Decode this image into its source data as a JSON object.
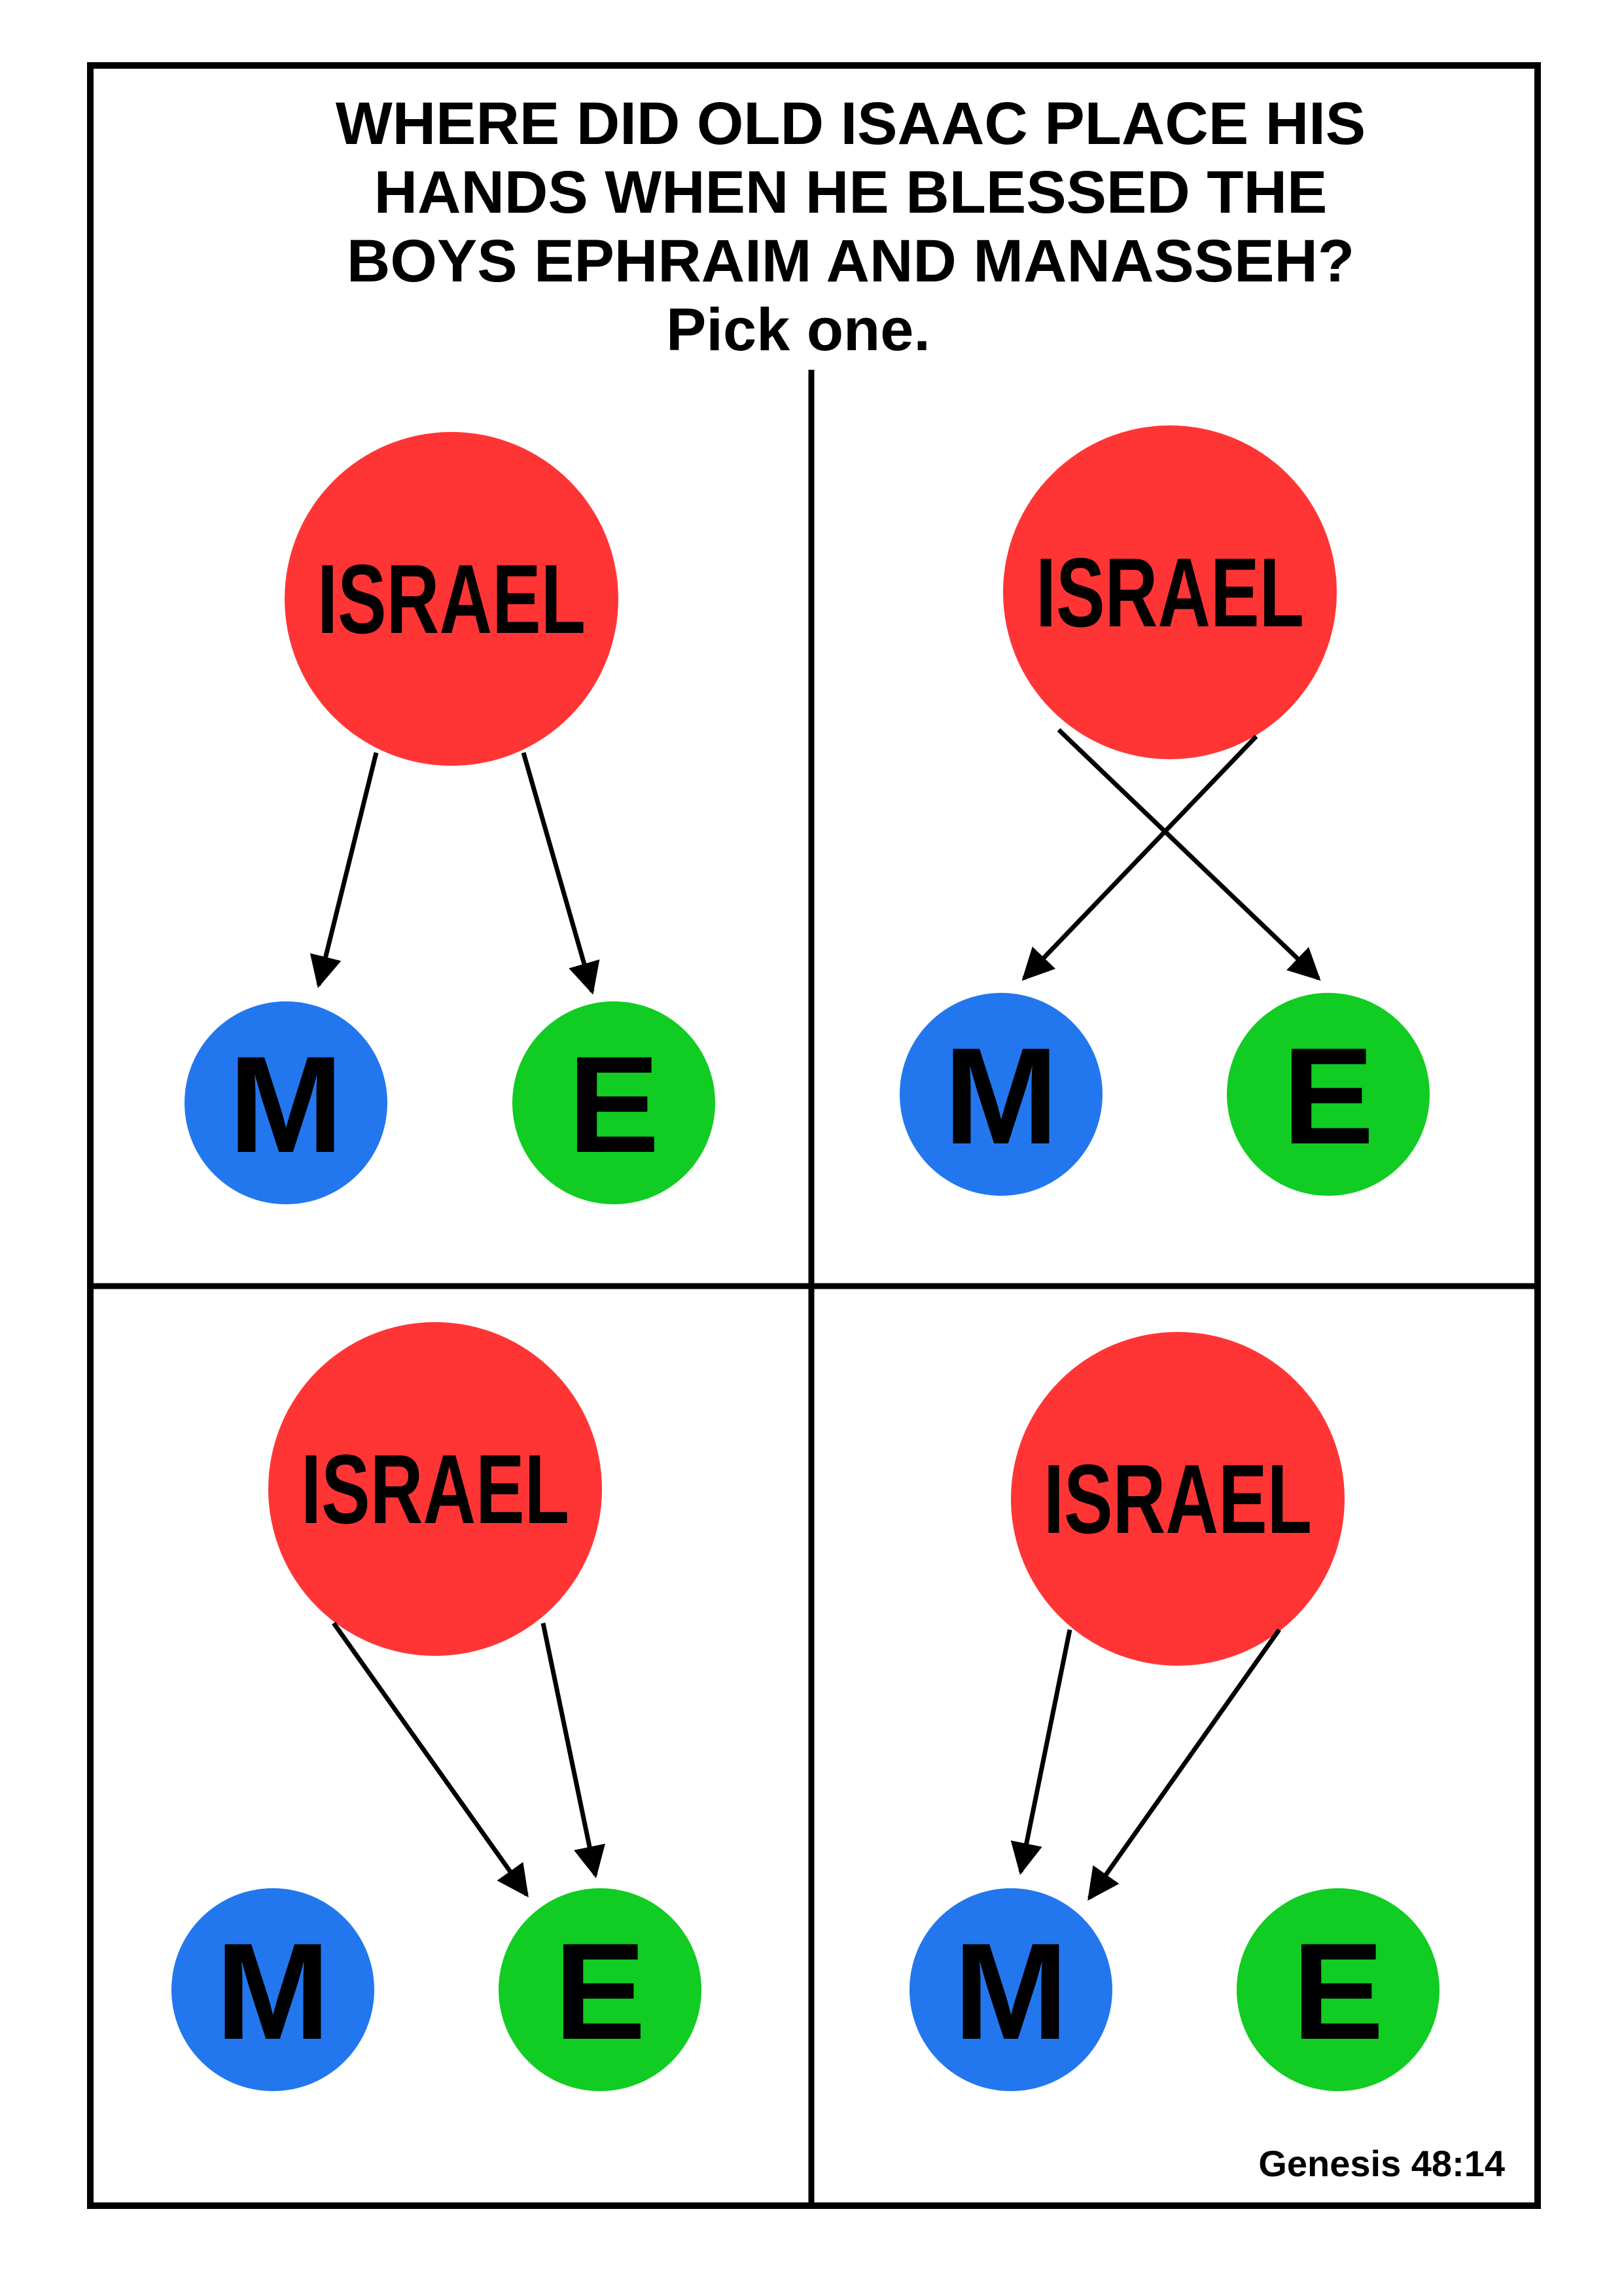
{
  "title": {
    "lines": [
      "WHERE DID OLD ISAAC PLACE HIS",
      "HANDS WHEN HE BLESSED THE",
      "BOYS EPHRAIM AND MANASSEH?",
      "Pick one."
    ]
  },
  "reference": "Genesis 48:14",
  "colors": {
    "israel": "#ff3535",
    "manasseh": "#2277ee",
    "ephraim": "#11cc22",
    "ink": "#000000"
  },
  "panels": [
    {
      "israel_label": "ISRAEL",
      "m_label": "M",
      "e_label": "E",
      "arrows": "straight"
    },
    {
      "israel_label": "ISRAEL",
      "m_label": "M",
      "e_label": "E",
      "arrows": "crossed"
    },
    {
      "israel_label": "ISRAEL",
      "m_label": "M",
      "e_label": "E",
      "arrows": "both-to-E"
    },
    {
      "israel_label": "ISRAEL",
      "m_label": "M",
      "e_label": "E",
      "arrows": "both-to-M"
    }
  ]
}
